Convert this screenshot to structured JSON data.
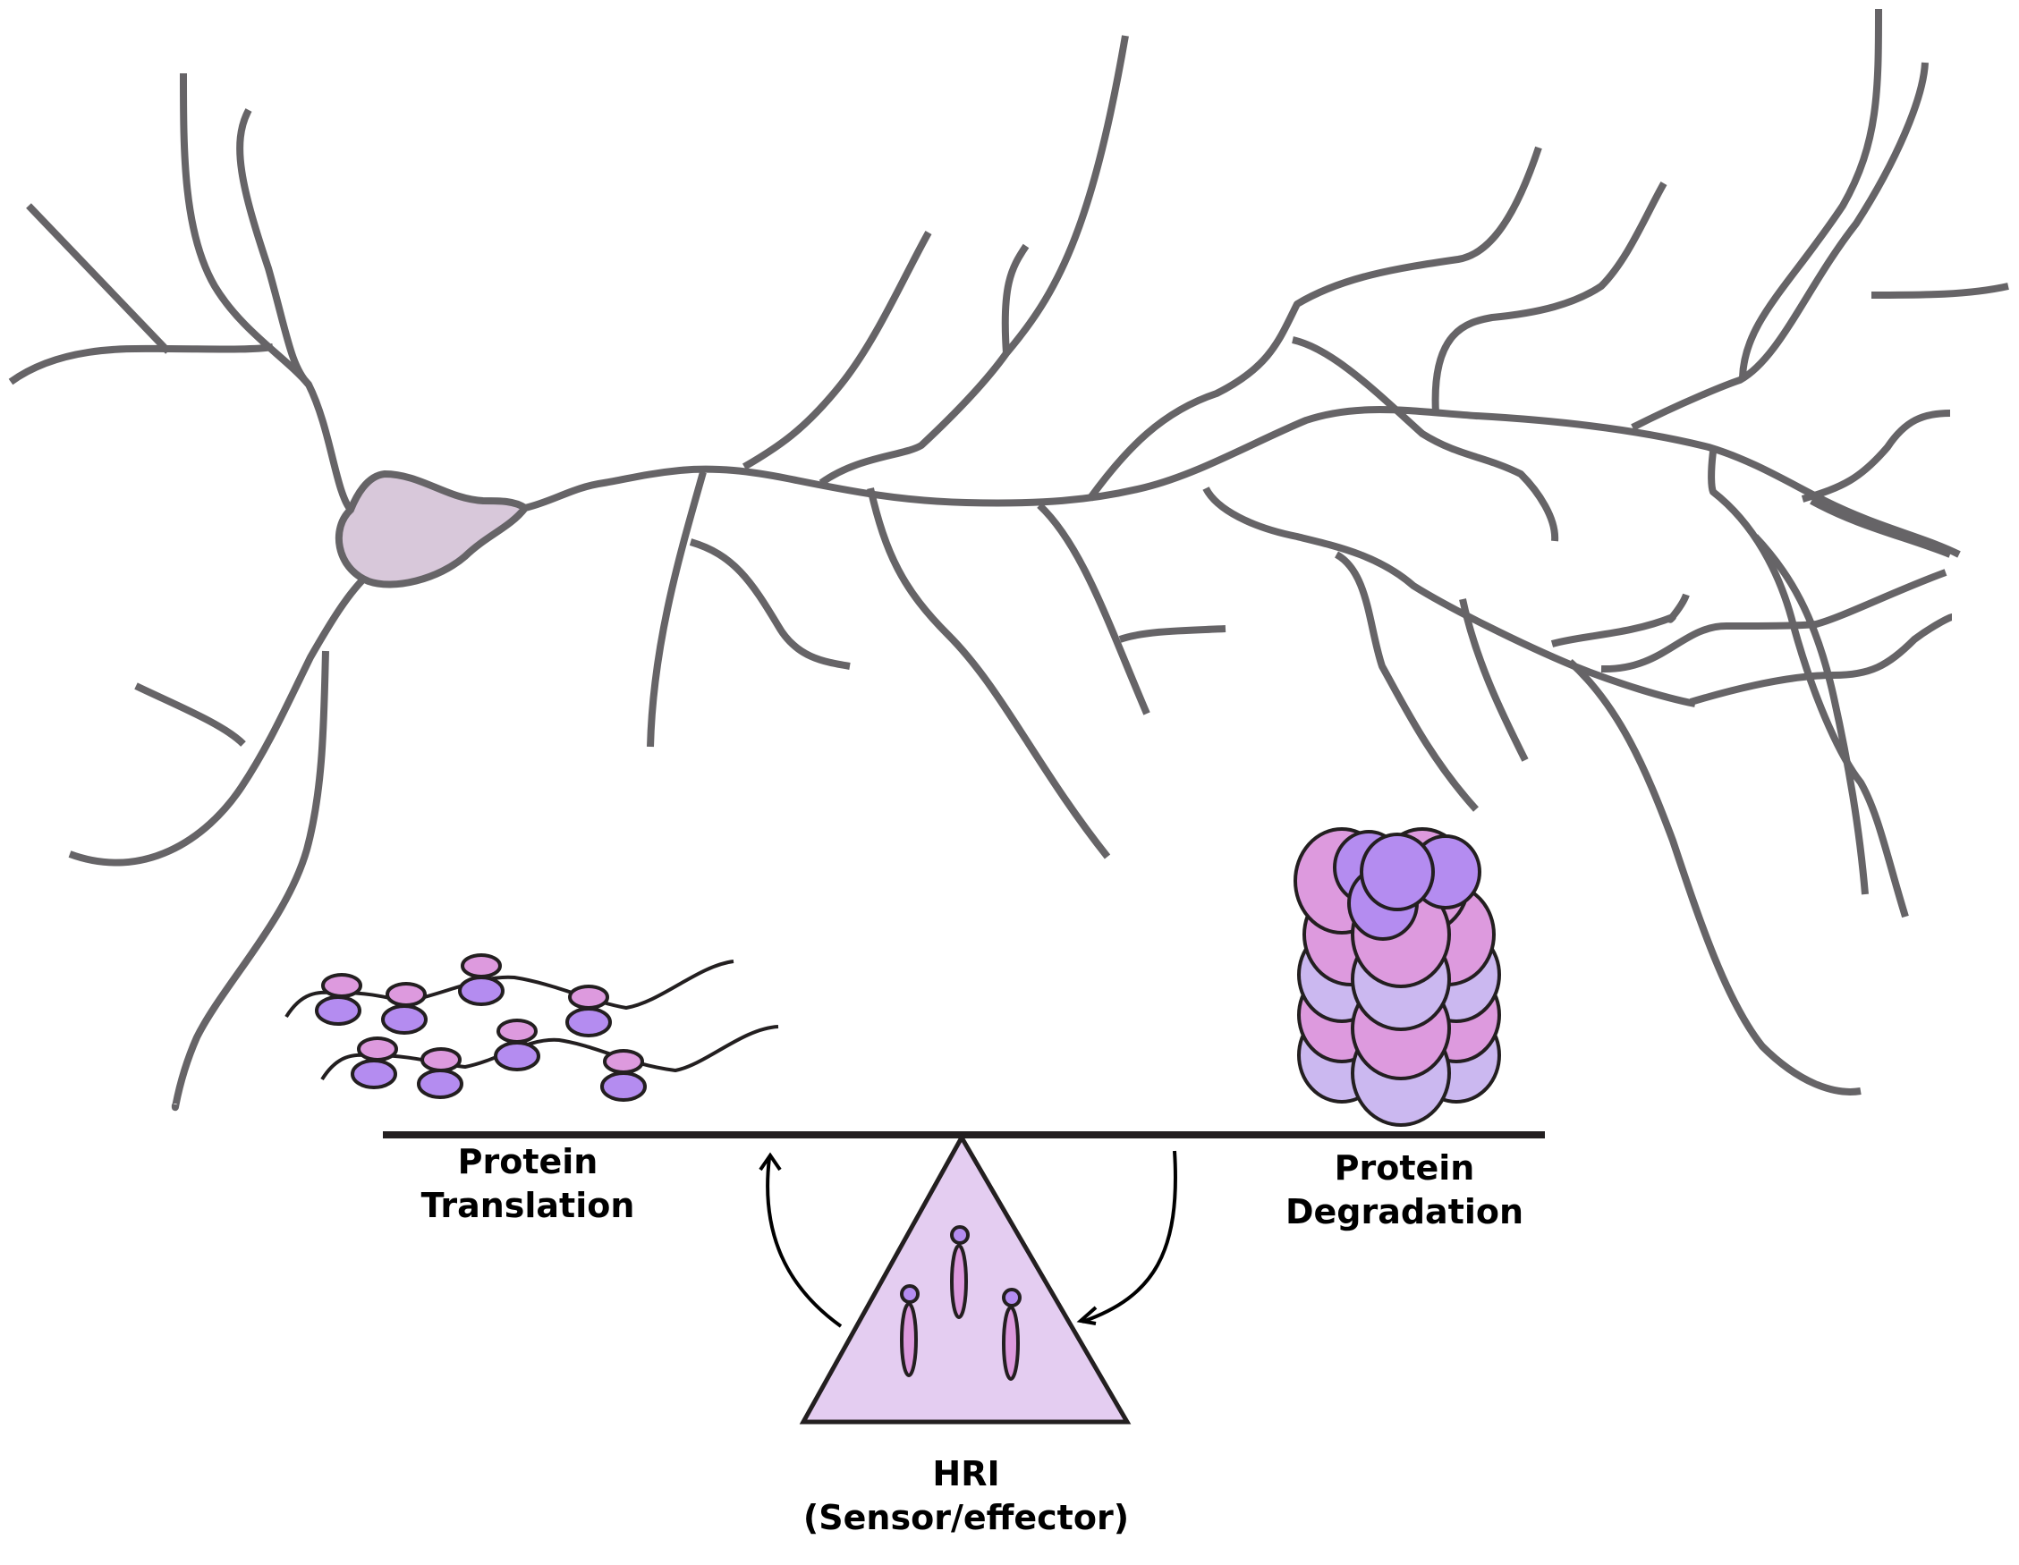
{
  "figure": {
    "title": "HRI balances protein translation and degradation in neurons",
    "colors": {
      "neurite": "#666467",
      "soma_fill": "#d8c8da",
      "outline": "#231f20",
      "pink": "#dd9ade",
      "purple": "#b48cf0",
      "lavender": "#cbb8f0",
      "fulcrum_fill": "#e4cdf1"
    }
  },
  "labels": {
    "translation": {
      "line1": "Protein",
      "line2": "Translation"
    },
    "degradation": {
      "line1": "Protein",
      "line2": "Degradation"
    },
    "hri": {
      "line1": "HRI",
      "line2": "(Sensor/effector)"
    }
  },
  "elements": {
    "neuron": "neuron-illustration",
    "polysomes": {
      "strands": 2,
      "ribosomes_per_strand": 4
    },
    "proteasome": "proteasome-stack",
    "seesaw": "balance-beam",
    "fulcrum": "hri-fulcrum-triangle",
    "hri_molecules": 3,
    "arrows": [
      "arrow-up-to-translation",
      "arrow-down-from-degradation"
    ]
  }
}
